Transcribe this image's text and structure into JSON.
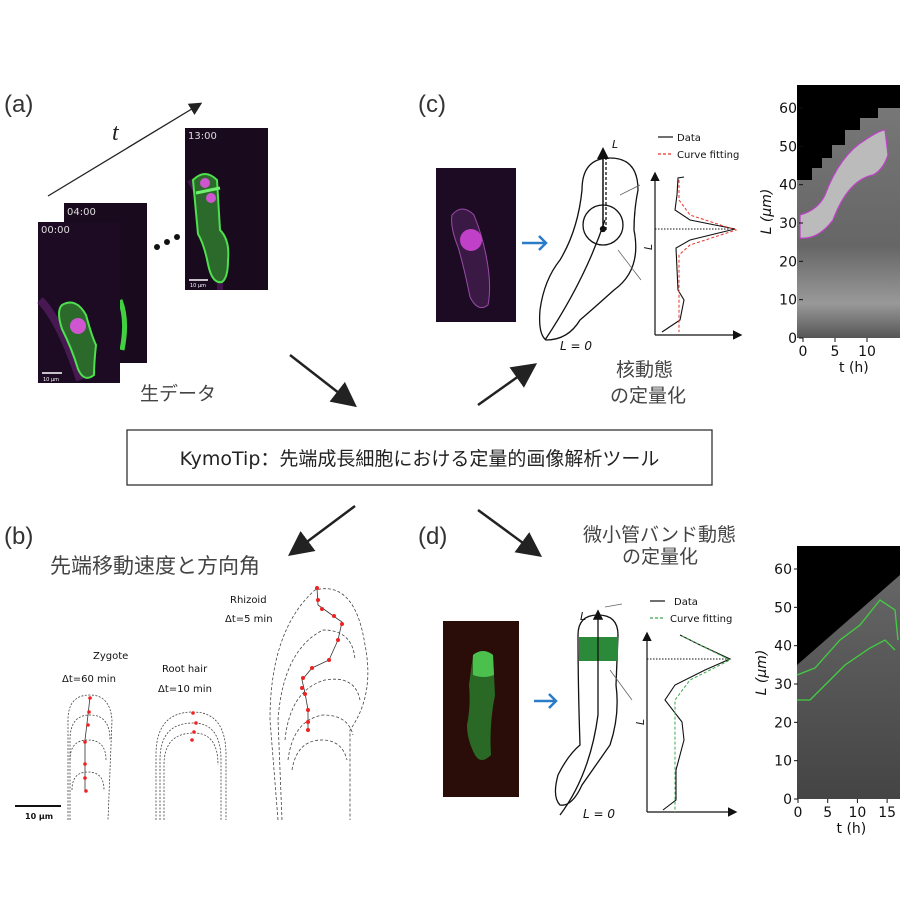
{
  "panels": {
    "a": {
      "label": "(a)",
      "time_axis": "t",
      "frames": [
        "00:00",
        "04:00",
        "13:00"
      ],
      "scale_bar": "10 µm",
      "caption": "生データ"
    },
    "b": {
      "label": "(b)",
      "title": "先端移動速度と方向角",
      "cells": [
        {
          "name": "Zygote",
          "dt": "Δt=60 min"
        },
        {
          "name": "Root hair",
          "dt": "Δt=10 min"
        },
        {
          "name": "Rhizoid",
          "dt": "Δt=5 min"
        }
      ],
      "scale_bar": "10 µm"
    },
    "c": {
      "label": "(c)",
      "axis_L": "L",
      "origin_label": "L = 0",
      "profile_ylabel": "L",
      "legend": {
        "data": "Data",
        "fit": "Curve fitting"
      },
      "caption_line1": "核動態",
      "caption_line2": "の定量化",
      "kymo": {
        "ylabel": "L  (µm)",
        "xlabel": "t   (h)",
        "yticks": [
          0,
          10,
          20,
          30,
          40,
          50,
          60
        ],
        "xticks": [
          0,
          5,
          10
        ],
        "ymax": 66,
        "xmax": 15
      }
    },
    "d": {
      "label": "(d)",
      "axis_L": "L",
      "origin_label": "L = 0",
      "profile_ylabel": "L",
      "legend": {
        "data": "Data",
        "fit": "Curve fitting"
      },
      "caption_line1": "微小管バンド動態",
      "caption_line2": "の定量化",
      "kymo": {
        "ylabel": "L  (µm)",
        "xlabel": "t   (h)",
        "yticks": [
          0,
          10,
          20,
          30,
          40,
          50,
          60
        ],
        "xticks": [
          0,
          5,
          10,
          15
        ],
        "ymax": 66,
        "xmax": 17
      }
    }
  },
  "center_box": "KymoTip：先端成長細胞における定量的画像解析ツール",
  "colors": {
    "fit_c": "#e8332a",
    "fit_d": "#3aa84a",
    "blue_arrow": "#2a7bc8",
    "magenta": "#c040c8",
    "green": "#40d040"
  }
}
